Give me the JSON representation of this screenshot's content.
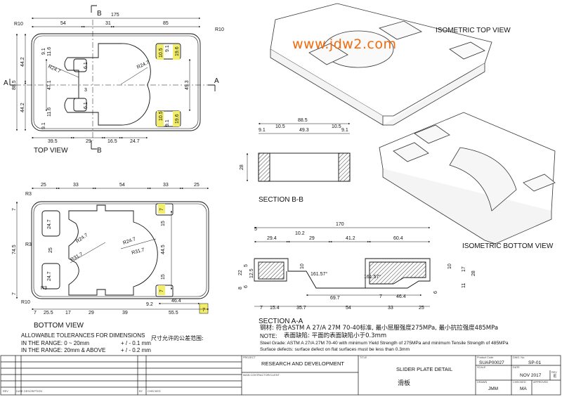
{
  "views": {
    "top": "TOP VIEW",
    "bottom": "BOTTOM VIEW",
    "section_bb": "SECTION B-B",
    "section_aa": "SECTION A-A",
    "iso_top": "ISOMETRIC TOP VIEW",
    "iso_bottom": "ISOMETRIC BOTTOM VIEW"
  },
  "section_marks": {
    "a": "A",
    "b": "B"
  },
  "watermark": "www.jdw2.com",
  "top_view_dims": {
    "overall_length": "175",
    "left": "54",
    "middle": "31",
    "right": "85",
    "r10_left": "R10",
    "r10_right": "R10",
    "height_total": "88.5",
    "upper": "44.2",
    "lower": "44.2",
    "d9_1a": "9.1",
    "d11_6a": "11.6",
    "d11_6b": "11.6",
    "d9_1b": "9.1",
    "d6_1a": "6.1",
    "d6_1b": "6.1",
    "d3": "3",
    "d47_1": "47.1",
    "r24_7a": "R24.7",
    "r24_7b": "R24.7",
    "d10_5a": "10.5",
    "d9_1c": "9.1",
    "d19_6a": "19.6",
    "d10_5b": "10.5",
    "d9_1d": "9.1",
    "d19_6b": "19.6",
    "d49_3": "49.3",
    "b39_5": "39.5",
    "b29": "29",
    "b16_5": "16.5",
    "b24_7": "24.7"
  },
  "bottom_view_dims": {
    "t25a": "25",
    "t33a": "33",
    "t54": "54",
    "t33b": "33",
    "t25b": "25",
    "r3a": "R3",
    "r3b": "R3",
    "r3c": "R3",
    "r10": "R10",
    "v7a": "7",
    "v24_7a": "24.7",
    "v74_5": "74.5",
    "v25": "25",
    "v24_7b": "24.7",
    "v7b": "7",
    "r24_7a": "R24.7",
    "r24_7b": "R24.7",
    "r31_7a": "R31.7",
    "r31_7b": "R31.7",
    "r7a": "7",
    "r15a": "15",
    "r44_5": "44.5",
    "r15b": "15",
    "r7b": "7",
    "b7": "7",
    "b25_5": "25.5",
    "b17": "17",
    "b29": "29",
    "b39": "39",
    "b9_2": "9.2",
    "b46_4": "46.4",
    "b55_5": "55.5",
    "b7_box": "7"
  },
  "section_bb_dims": {
    "overall": "88.5",
    "d9_1a": "9.1",
    "d10_5a": "10.5",
    "d49_3": "49.3",
    "d10_5b": "10.5",
    "d9_1b": "9.1",
    "height": "28"
  },
  "section_aa_dims": {
    "overall": "170",
    "d5": "5",
    "d10_2": "10.2",
    "d29_4": "29.4",
    "d29": "29",
    "d41_2": "41.2",
    "d60_4": "60.4",
    "l22": "22",
    "l5": "5",
    "l12_5": "12.5",
    "l8": "8",
    "l6": "6",
    "l10a": "10",
    "ang1": "161.57°",
    "ang2": "161.57°",
    "r10": "10",
    "r17": "17",
    "r28": "28",
    "r11": "11",
    "r6": "6",
    "d69_7": "69.7",
    "d7a": "7",
    "d46_4": "46.4",
    "b7": "7",
    "b15_4": "15.4",
    "b35_7": "35.7",
    "b54": "54",
    "b33": "33",
    "b25": "25"
  },
  "notes": {
    "tol_title": "ALLOWABLE TOLERANCES FOR DIMENSIONS",
    "tol_cn": "尺寸允许的公差范围:",
    "tol_range1": "IN THE RANGE: 0 ~ 20mm",
    "tol_val1": "+ / - 0.1 mm",
    "tol_range2": "IN THE RANGE: 20mm  & ABOVE",
    "tol_val2": "+ / - 0.2 mm",
    "steel_cn": "钢材: 符合ASTM A 27/A 27M 70-40标准, 最小屈服强度275MPa, 最小抗拉强度485MPa",
    "note_label": "NOTE:",
    "surface_cn": "表面缺陷: 平面的表面缺陷小于0.3mm",
    "steel_en": "Steel Grade: ASTM A 27/A 27M 70-40 with minimum Yield Strength of 275MPa and minimum Tensile Strength of 485MPa",
    "surface_en": "Surface defects: surface defect on flat surfaces must be less than 0.3mm"
  },
  "title_block": {
    "project_hdr": "PROJECT",
    "project": "RESEARCH  AND  DEVELOPMENT",
    "title_hdr": "TITLE",
    "title": "SLIDER  PLATE  DETAIL",
    "title_cn": "滑板",
    "product_code_hdr": "Product Code",
    "product_code": "SUAP00027",
    "dwg_hdr": "DWG. No.",
    "dwg_no": "SP-01",
    "scale_hdr": "SCALE",
    "date_hdr": "DATE",
    "date": "NOV  2017",
    "rev_hdr": "REV",
    "rev": "E",
    "drawn_hdr": "DRAWN",
    "drawn": "JMM",
    "checked_hdr": "CHECKED",
    "checked": "MA",
    "approved_hdr": "APPROVED",
    "client_hdr": "MAIN CONTRACTOR/CLIENT",
    "rev_cols": [
      "REV",
      "DATE",
      "DESCRIPTION",
      "BY",
      "CHECKED"
    ]
  },
  "highlight_color": "#f2ee6a",
  "watermark_color": "#f26a0a"
}
